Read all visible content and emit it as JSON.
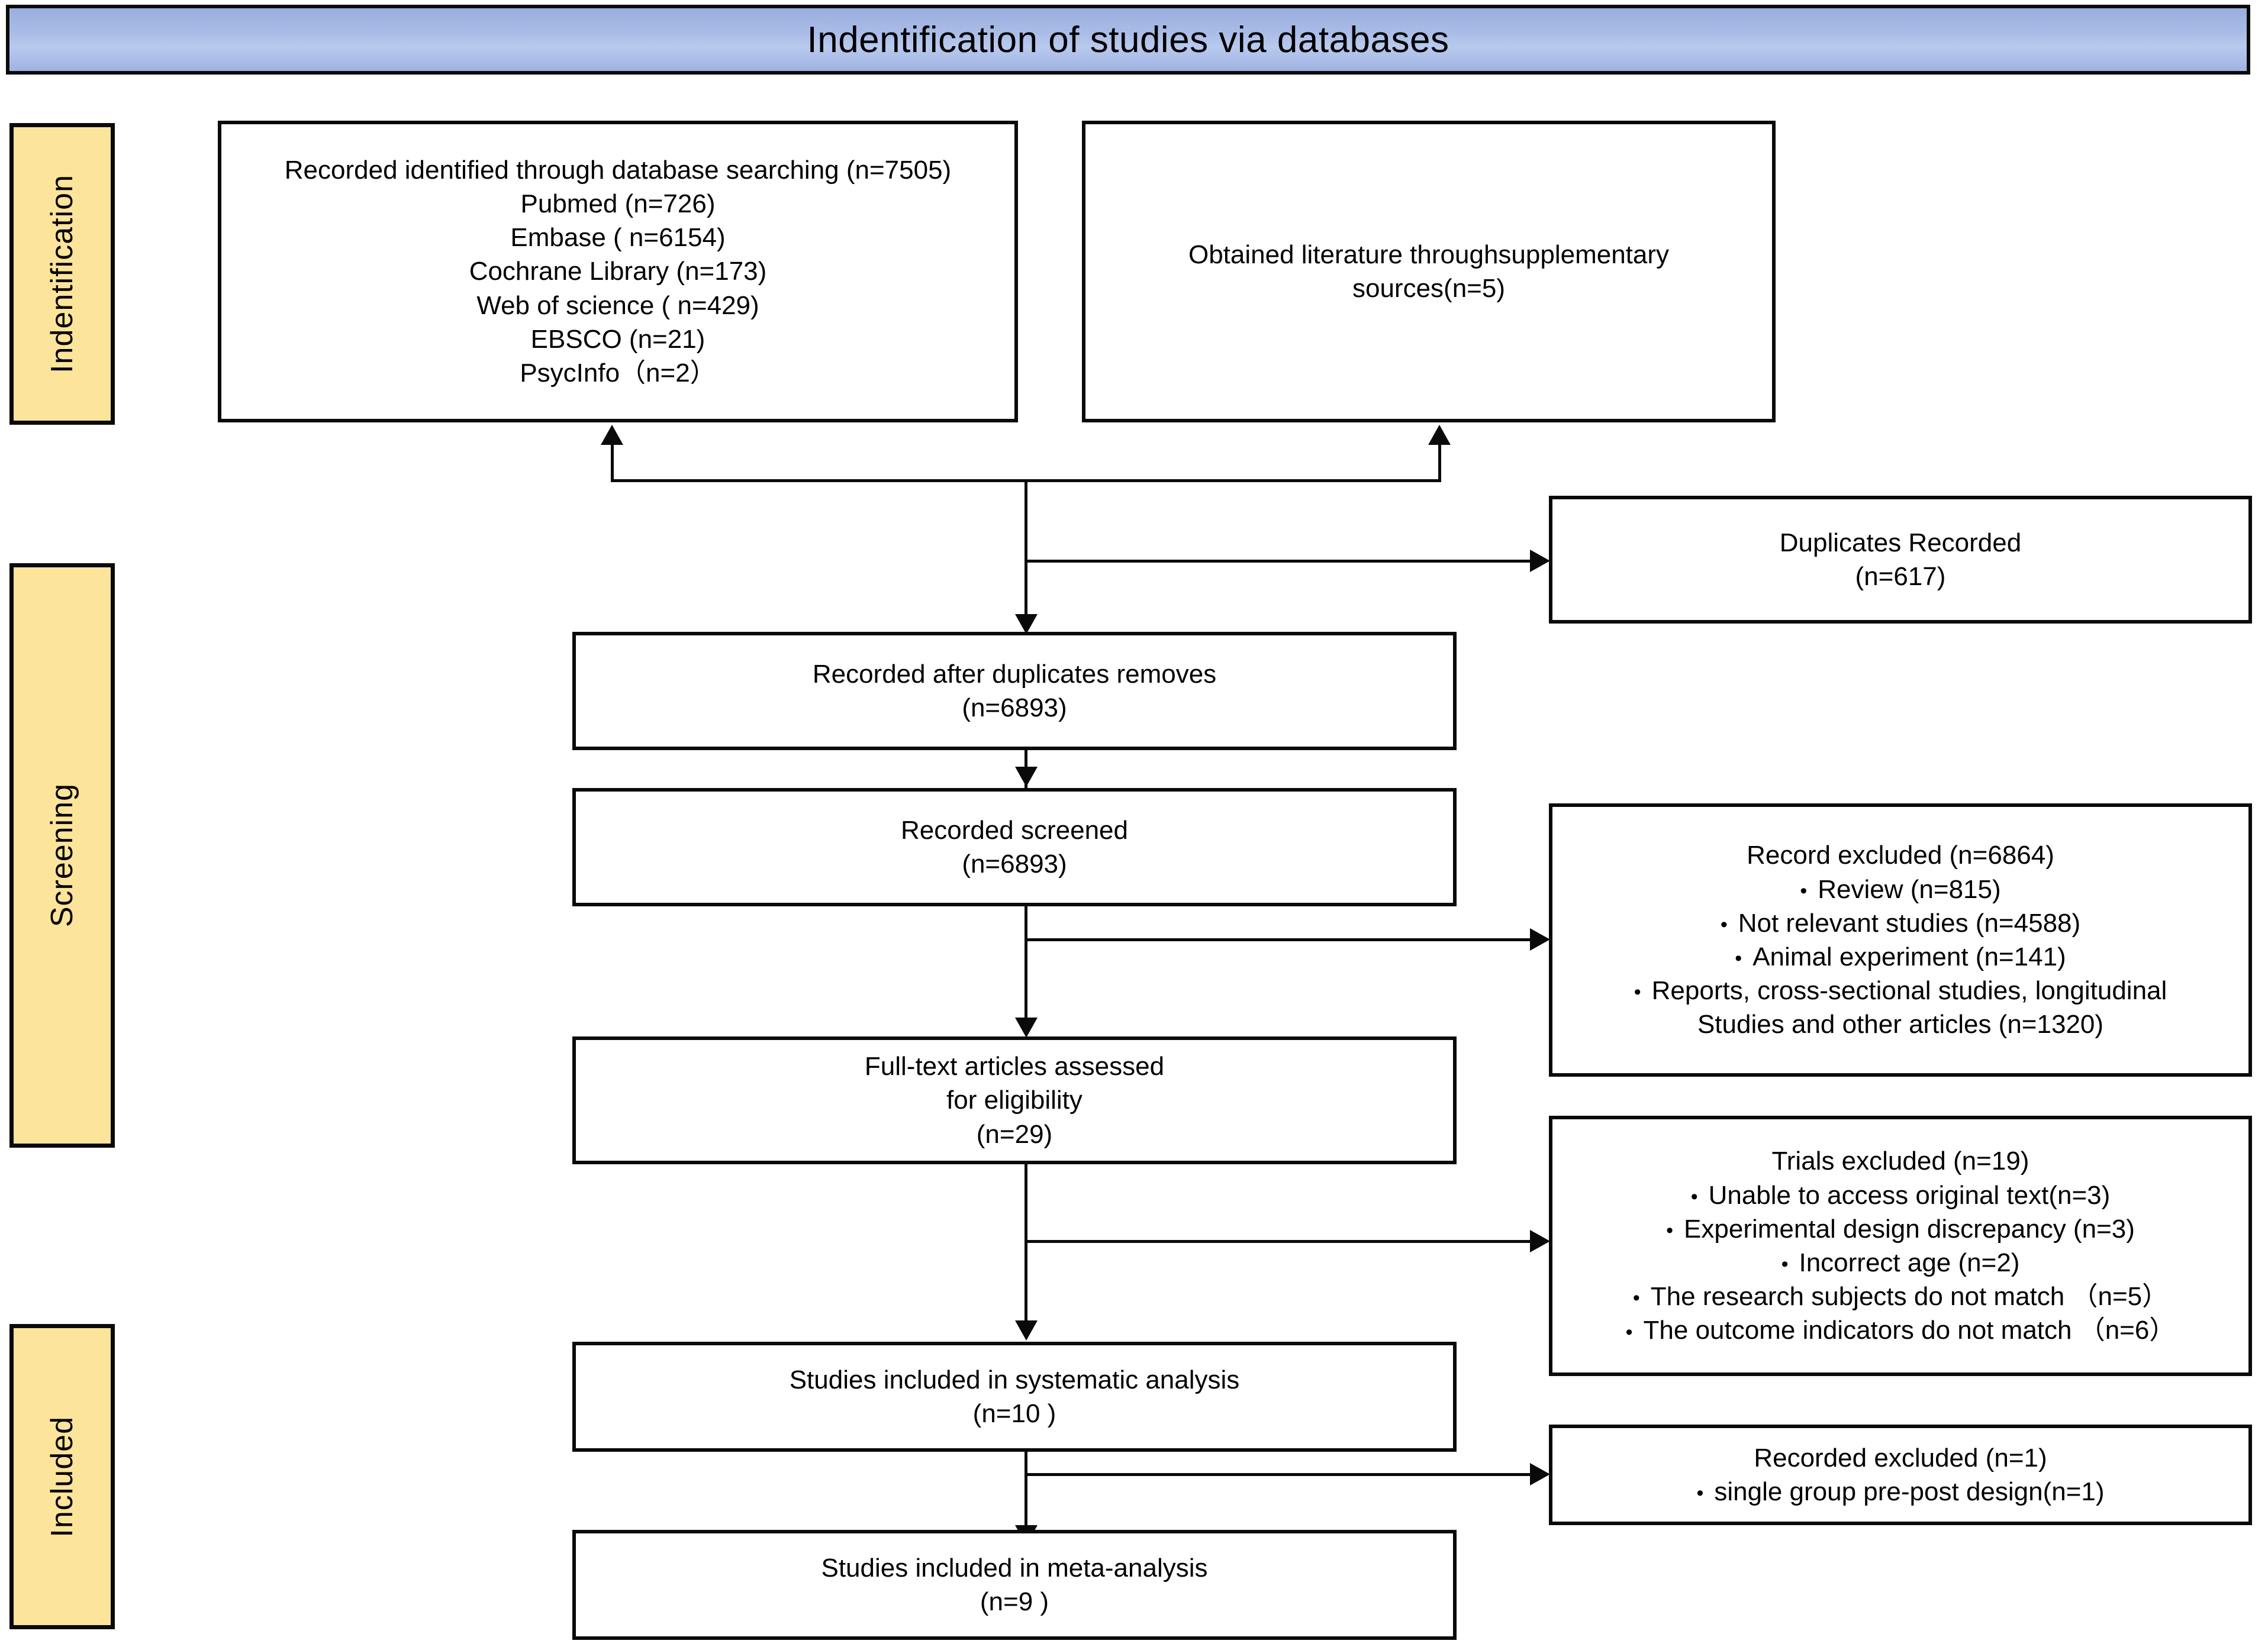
{
  "banner": {
    "title": "Indentification of studies via databases"
  },
  "stages": [
    {
      "key": "identification",
      "label": "Indentification"
    },
    {
      "key": "screening",
      "label": "Screening"
    },
    {
      "key": "included",
      "label": "Included"
    }
  ],
  "boxes": {
    "database_search": {
      "lines": [
        "Recorded identified through database searching (n=7505)",
        "Pubmed (n=726)",
        "Embase ( n=6154)",
        "Cochrane Library (n=173)",
        "Web of science ( n=429)",
        "EBSCO (n=21)",
        "PsycInfo（n=2）"
      ]
    },
    "supplementary_sources": {
      "lines": [
        "Obtained literature throughsupplementary",
        "sources(n=5)"
      ]
    },
    "duplicates_recorded": {
      "lines": [
        "Duplicates Recorded",
        "(n=617)"
      ]
    },
    "after_duplicates": {
      "lines": [
        "Recorded after duplicates removes",
        "(n=6893)"
      ]
    },
    "recorded_screened": {
      "lines": [
        "Recorded screened",
        "(n=6893)"
      ]
    },
    "record_excluded": {
      "heading": "Record excluded (n=6864)",
      "bullets": [
        "Review (n=815)",
        "Not relevant studies (n=4588)",
        "Animal experiment (n=141)",
        "Reports, cross-sectional studies, longitudinal"
      ],
      "continuation": "Studies and other articles (n=1320)"
    },
    "fulltext_assessed": {
      "lines": [
        "Full-text articles assessed",
        "for eligibility",
        "(n=29)"
      ]
    },
    "trials_excluded": {
      "heading": "Trials excluded (n=19)",
      "bullets": [
        "Unable to access original text(n=3)",
        "Experimental design discrepancy (n=3)",
        "Incorrect age (n=2)",
        "The research subjects do not match （n=5）",
        "The outcome indicators do not match （n=6）"
      ]
    },
    "systematic_analysis": {
      "lines": [
        "Studies included in systematic analysis",
        "(n=10 )"
      ]
    },
    "recorded_excluded_final": {
      "heading": "Recorded excluded (n=1)",
      "bullets": [
        "single group pre-post design(n=1)"
      ]
    },
    "meta_analysis": {
      "lines": [
        "Studies included in meta-analysis",
        "(n=9 )"
      ]
    }
  },
  "colors": {
    "banner_blue": "#a9bce6",
    "stage_yellow": "#fce49b",
    "stroke": "#0a0a0a",
    "box_fill": "#ffffff"
  }
}
